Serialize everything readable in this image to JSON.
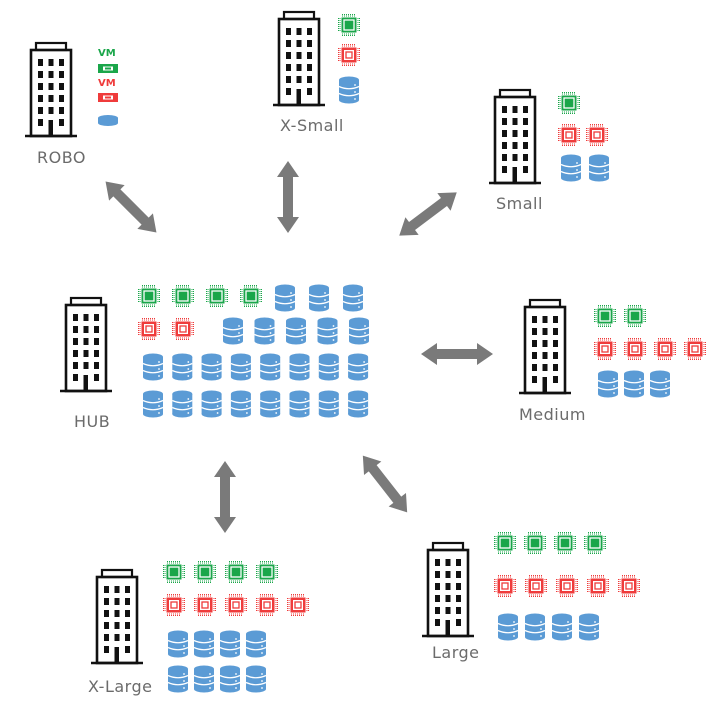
{
  "diagram": {
    "title": "",
    "legend_colors": {
      "active_vm": "#1aa64a",
      "standby_vm": "#ef3b3b",
      "storage": "#5b9bd5",
      "arrow": "#7a7a7a",
      "building": "#111111",
      "label": "#6b6b6b"
    },
    "hub": {
      "label": "HUB",
      "rows": [
        {
          "green_chips": 4,
          "red_chips": 0,
          "databases": 3
        },
        {
          "green_chips": 0,
          "red_chips": 2,
          "databases": 5
        },
        {
          "green_chips": 0,
          "red_chips": 0,
          "databases": 8
        },
        {
          "green_chips": 0,
          "red_chips": 0,
          "databases": 8
        }
      ]
    },
    "sites": [
      {
        "id": "robo",
        "label": "ROBO",
        "vm_tag_green": "VM",
        "vm_tag_red": "VM",
        "rows": [
          {
            "green_chips": 1
          },
          {
            "red_chips": 1
          },
          {
            "databases": 1
          }
        ]
      },
      {
        "id": "x-small",
        "label": "X-Small",
        "rows": [
          {
            "green_chips": 1
          },
          {
            "red_chips": 1
          },
          {
            "databases": 1
          }
        ]
      },
      {
        "id": "small",
        "label": "Small",
        "rows": [
          {
            "green_chips": 1
          },
          {
            "red_chips": 2
          },
          {
            "databases": 2
          }
        ]
      },
      {
        "id": "medium",
        "label": "Medium",
        "rows": [
          {
            "green_chips": 2
          },
          {
            "red_chips": 4
          },
          {
            "databases": 3
          }
        ]
      },
      {
        "id": "large",
        "label": "Large",
        "rows": [
          {
            "green_chips": 4
          },
          {
            "red_chips": 5
          },
          {
            "databases": 4
          }
        ]
      },
      {
        "id": "x-large",
        "label": "X-Large",
        "rows": [
          {
            "green_chips": 4
          },
          {
            "red_chips": 5
          },
          {
            "databases": 4
          },
          {
            "databases": 4
          }
        ]
      }
    ],
    "connections": [
      {
        "from": "hub",
        "to": "robo",
        "type": "bidirectional"
      },
      {
        "from": "hub",
        "to": "x-small",
        "type": "bidirectional"
      },
      {
        "from": "hub",
        "to": "small",
        "type": "bidirectional"
      },
      {
        "from": "hub",
        "to": "medium",
        "type": "bidirectional"
      },
      {
        "from": "hub",
        "to": "large",
        "type": "bidirectional"
      },
      {
        "from": "hub",
        "to": "x-large",
        "type": "bidirectional"
      }
    ]
  }
}
